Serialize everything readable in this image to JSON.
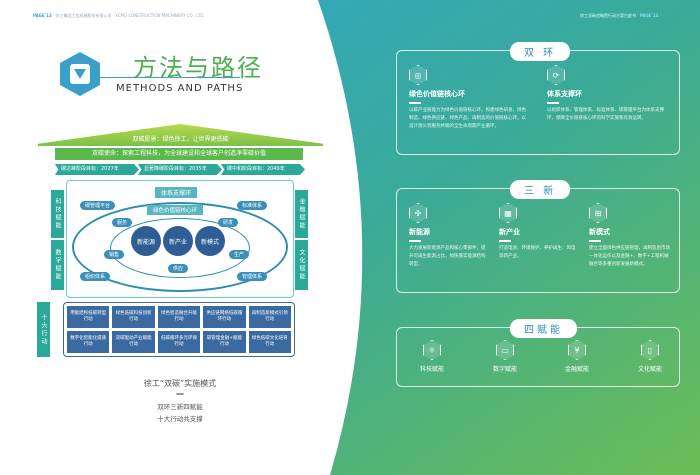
{
  "header_left": {
    "page": "PAGE 13",
    "company_cn": "徐工集团工程机械股份有限公司",
    "company_en": "XCMG CONSTRUCTION MACHINERY CO., LTD."
  },
  "header_right": {
    "doc": "徐工双碳战略暨行动方案白皮书",
    "page": "PAGE 14"
  },
  "title": {
    "cn": "方法与路径",
    "en": "METHODS AND PATHS"
  },
  "vision": "双碳愿景：绿色徐工，让世界更低碳",
  "mission": "双碳使命：探索工程科技，为全球建设和全球客户创造净零碳价值",
  "goals": [
    "碳达峰阶段目标：2027年",
    "显著降碳阶段目标：2035年",
    "碳中和阶段目标：2049年"
  ],
  "sides": {
    "left": [
      "科技赋能",
      "数字赋能"
    ],
    "right": [
      "金融赋能",
      "文化赋能"
    ],
    "actions": "十大行动"
  },
  "diagram": {
    "outer": "体系支撑环",
    "inner": "绿色价值链核心环",
    "outer_items": [
      "碳管理平台",
      "标准体系",
      "组织体系",
      "管理体系"
    ],
    "inner_items": [
      "服务",
      "研发",
      "销售",
      "生产",
      "供应"
    ],
    "core": [
      "新能源",
      "新产业",
      "新模式"
    ]
  },
  "actions": [
    "用能结构低碳转型行动",
    "绿色低碳科技创新行动",
    "绿色智造融合升级行动",
    "供应链网络低碳循环行动",
    "再制造新模式引领行动",
    "数字化智能化提速行动",
    "双碳驱动产业赋能行动",
    "低碳循环多元环保行动",
    "碳管理金融+赋能行动",
    "绿色低碳文化培育行动"
  ],
  "caption": {
    "title": "徐工“双碳”实施模式",
    "dash": "—",
    "line1": "双环三新四赋能",
    "line2": "十大行动共支撑"
  },
  "right": {
    "ring": {
      "title": "双 环",
      "items": [
        {
          "icon": "core-ring-icon",
          "name": "绿色价值链核心环",
          "text": "以碳产业链能力为绿色价值链核心环，构建绿色研发、绿色制造、绿色供应链、绿色产品、再制造的价值链核心环，以设计源头到服务终端的全生命周期产业循环。"
        },
        {
          "icon": "support-ring-icon",
          "name": "体系支撑环",
          "text": "以组织体系、管理体系、标准体系、碳管理平台为体系支撑环，保障全价值链核心环的科学实施和有效运转。"
        }
      ]
    },
    "new": {
      "title": "三 新",
      "items": [
        {
          "icon": "wind-turbine-icon",
          "name": "新能源",
          "text": "大力发展新能源产品和核心零部件，提升可再生能源占比，加快落实能源结构转型。"
        },
        {
          "icon": "factory-icon",
          "name": "新产业",
          "text": "打造电池、环境保护、养护再生、风电等新产业。"
        },
        {
          "icon": "network-icon",
          "name": "新模式",
          "text": "建立全面绿色供应链管理，再制造后市场一体化运作以及金融+、数字+工程机械融合等多重创新发展新模式。"
        }
      ]
    },
    "empower": {
      "title": "四赋能",
      "items": [
        {
          "icon": "atom-icon",
          "name": "科技赋能"
        },
        {
          "icon": "monitor-icon",
          "name": "数字赋能"
        },
        {
          "icon": "yuan-icon",
          "name": "金融赋能"
        },
        {
          "icon": "book-icon",
          "name": "文化赋能"
        }
      ]
    }
  },
  "colors": {
    "teal": "#2b9fc8",
    "green": "#5cb85c",
    "navy": "#2f5e97"
  }
}
